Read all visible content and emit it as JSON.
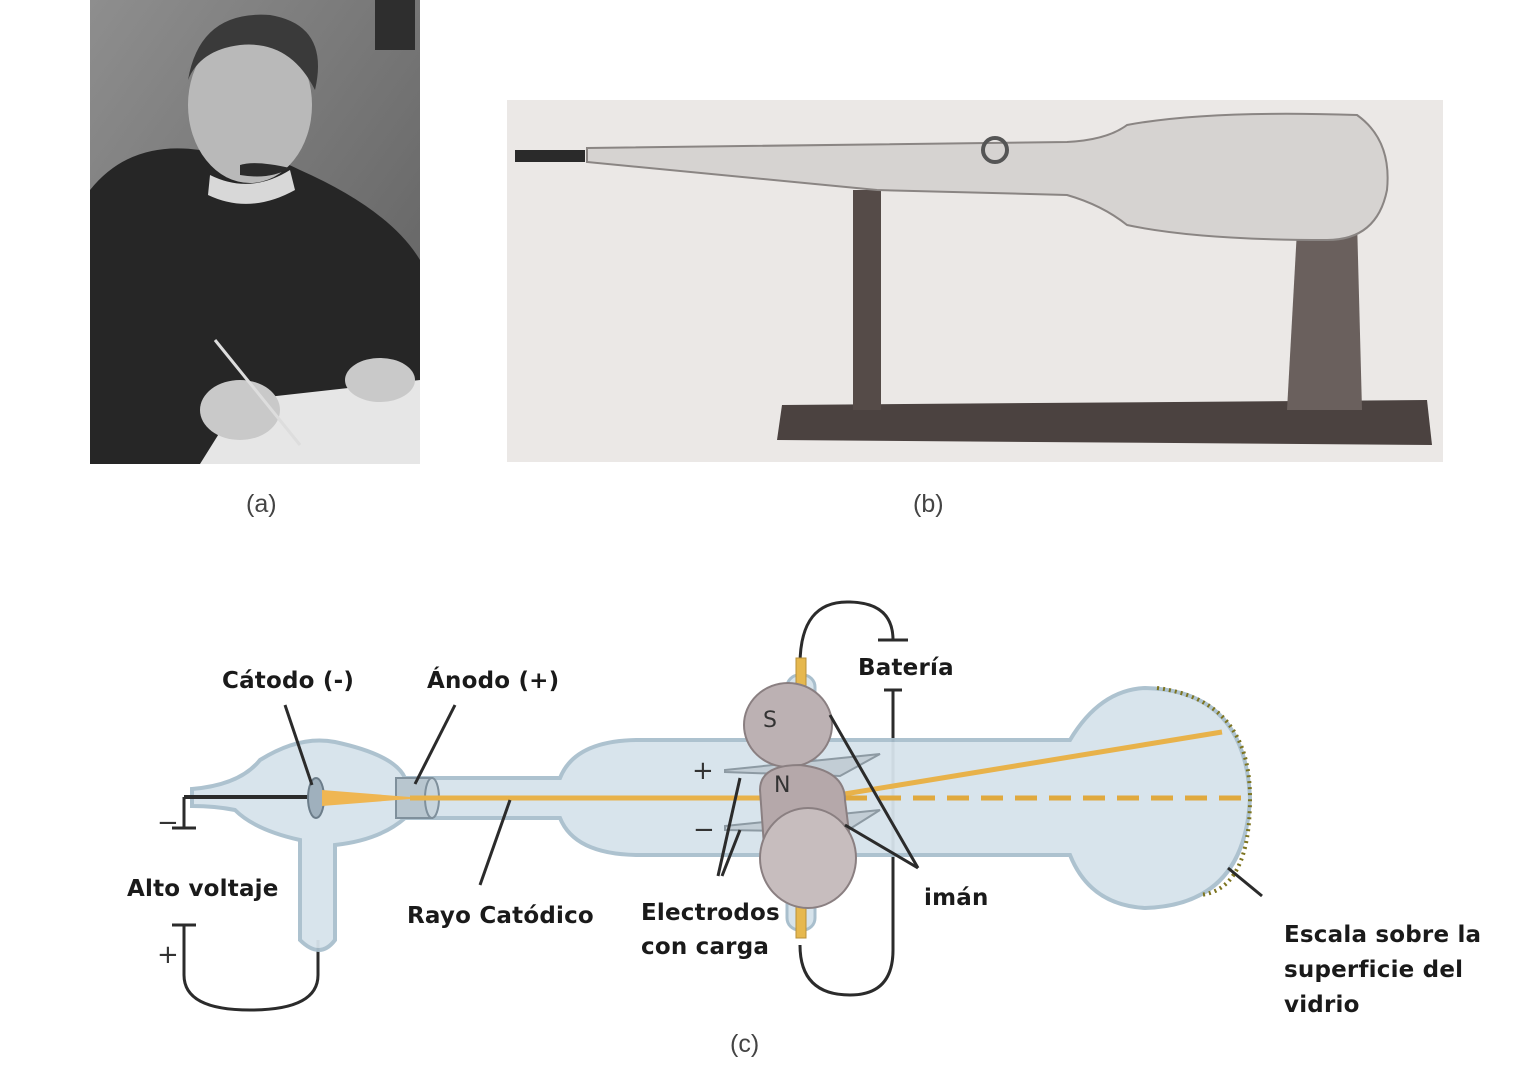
{
  "captions": {
    "a": "(a)",
    "b": "(b)",
    "c": "(c)"
  },
  "labels": {
    "catodo": "Cátodo (-)",
    "anodo": "Ánodo (+)",
    "bateria": "Batería",
    "alto_voltaje": "Alto voltaje",
    "rayo": "Rayo Catódico",
    "electrodos_1": "Electrodos",
    "electrodos_2": "con carga",
    "iman": "imán",
    "escala_1": "Escala sobre la",
    "escala_2": "superficie del",
    "escala_3": "vidrio"
  },
  "signs": {
    "plus": "+",
    "minus": "−"
  },
  "magnet_poles": {
    "south": "S",
    "north": "N"
  },
  "colors": {
    "beam": "#e8b24a",
    "glass": "#cfdde6",
    "glass_edge": "#a7bccb",
    "magnet": "#b9adb0"
  }
}
